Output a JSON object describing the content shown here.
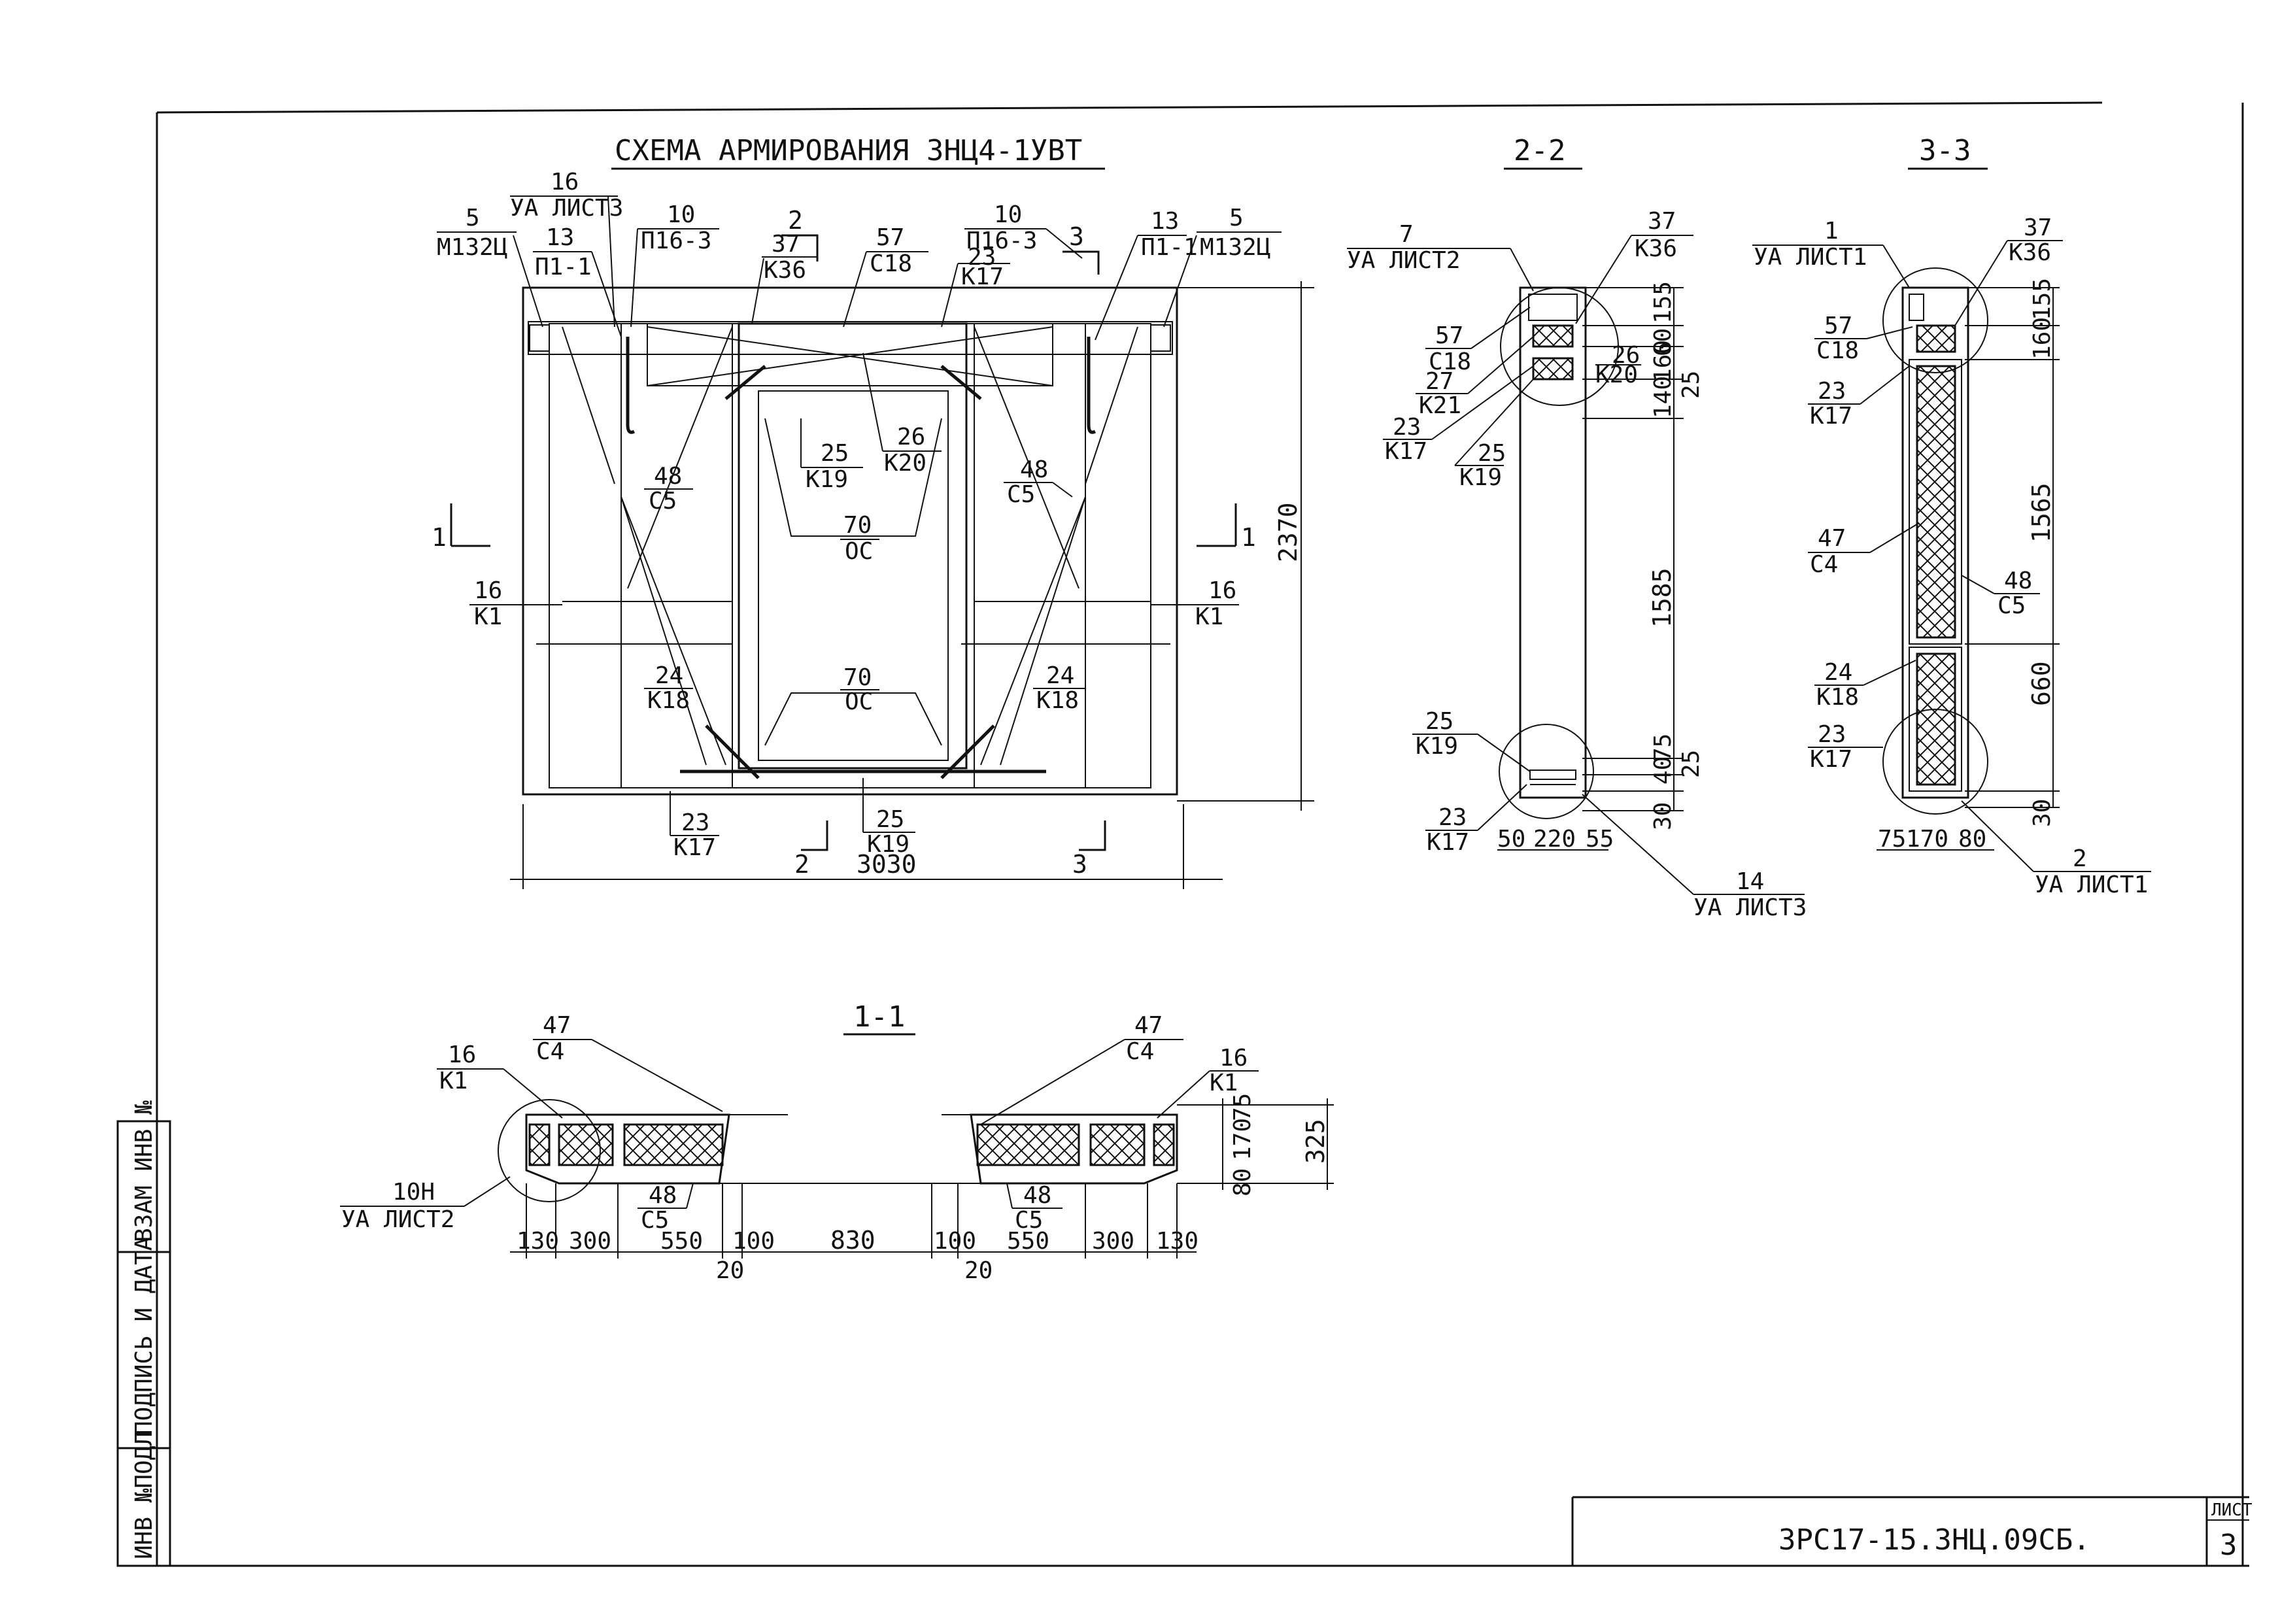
{
  "drawing": {
    "title": "СХЕМА АРМИРОВАНИЯ ЗНЦ4-1УВТ",
    "section_2_title": "2-2",
    "section_3_title": "3-3",
    "section_1_title": "1-1",
    "stamp_code": "ЗРС17-15.ЗНЦ.09СБ.",
    "sheet_label": "ЛИСТ",
    "sheet_number": "3",
    "side_stamp": [
      "ИНВ №ПОДЛ",
      "ПОДПИСЬ И ДАТА",
      "ВЗАМ ИНВ №"
    ],
    "colors": {
      "ink": "#111111",
      "paper": "#ffffff"
    }
  },
  "main_view": {
    "labels": [
      {
        "num": "5",
        "code": "М132Ц"
      },
      {
        "num": "16",
        "code": "УА ЛИСТ3"
      },
      {
        "num": "13",
        "code": "П1-1"
      },
      {
        "num": "10",
        "code": "П16-3"
      },
      {
        "num": "37",
        "code": "К36"
      },
      {
        "num": "57",
        "code": "С18"
      },
      {
        "num": "23",
        "code": "К17"
      },
      {
        "num": "10",
        "code": "П16-3"
      },
      {
        "num": "13",
        "code": "П1-1"
      },
      {
        "num": "5",
        "code": "М132Ц"
      },
      {
        "num": "25",
        "code": "К19"
      },
      {
        "num": "26",
        "code": "К20"
      },
      {
        "num": "48",
        "code": "С5"
      },
      {
        "num": "48",
        "code": "С5"
      },
      {
        "num": "70",
        "code": "ОС"
      },
      {
        "num": "70",
        "code": "ОС"
      },
      {
        "num": "16",
        "code": "К1"
      },
      {
        "num": "16",
        "code": "К1"
      },
      {
        "num": "24",
        "code": "К18"
      },
      {
        "num": "24",
        "code": "К18"
      },
      {
        "num": "23",
        "code": "К17"
      },
      {
        "num": "25",
        "code": "К19"
      }
    ],
    "section_marks": [
      "2",
      "3",
      "1",
      "1",
      "2",
      "3"
    ],
    "dim_height": "2370",
    "dim_width": "3030"
  },
  "section_2": {
    "labels": [
      {
        "num": "7",
        "code": "УА ЛИСТ2"
      },
      {
        "num": "37",
        "code": "К36"
      },
      {
        "num": "57",
        "code": "С18"
      },
      {
        "num": "27",
        "code": "К21"
      },
      {
        "num": "26",
        "code": "К20"
      },
      {
        "num": "23",
        "code": "К17"
      },
      {
        "num": "25",
        "code": "К19"
      },
      {
        "num": "25",
        "code": "К19"
      },
      {
        "num": "23",
        "code": "К17"
      },
      {
        "num": "14",
        "code": "УА ЛИСТ3"
      }
    ],
    "dims_vertical": [
      "155",
      "60",
      "160",
      "25",
      "140",
      "1585",
      "75",
      "40",
      "25",
      "30"
    ],
    "dims_bottom": [
      "50",
      "220",
      "55"
    ]
  },
  "section_3": {
    "labels": [
      {
        "num": "1",
        "code": "УА ЛИСТ1"
      },
      {
        "num": "37",
        "code": "К36"
      },
      {
        "num": "57",
        "code": "С18"
      },
      {
        "num": "23",
        "code": "К17"
      },
      {
        "num": "47",
        "code": "С4"
      },
      {
        "num": "48",
        "code": "С5"
      },
      {
        "num": "24",
        "code": "К18"
      },
      {
        "num": "23",
        "code": "К17"
      },
      {
        "num": "2",
        "code": "УА ЛИСТ1"
      }
    ],
    "dims_vertical": [
      "155",
      "160",
      "1565",
      "660",
      "30"
    ],
    "dims_bottom": [
      "75",
      "170",
      "80"
    ]
  },
  "section_1": {
    "labels": [
      {
        "num": "16",
        "code": "К1"
      },
      {
        "num": "47",
        "code": "С4"
      },
      {
        "num": "47",
        "code": "С4"
      },
      {
        "num": "16",
        "code": "К1"
      },
      {
        "num": "10Н",
        "code": "УА ЛИСТ2"
      },
      {
        "num": "48",
        "code": "С5"
      },
      {
        "num": "48",
        "code": "С5"
      }
    ],
    "dims_bottom": [
      "130",
      "300",
      "550",
      "100",
      "830",
      "100",
      "550",
      "300",
      "130"
    ],
    "dims_bottom_small": [
      "20",
      "20"
    ],
    "dims_vertical": [
      "75",
      "170",
      "80",
      "325"
    ]
  }
}
